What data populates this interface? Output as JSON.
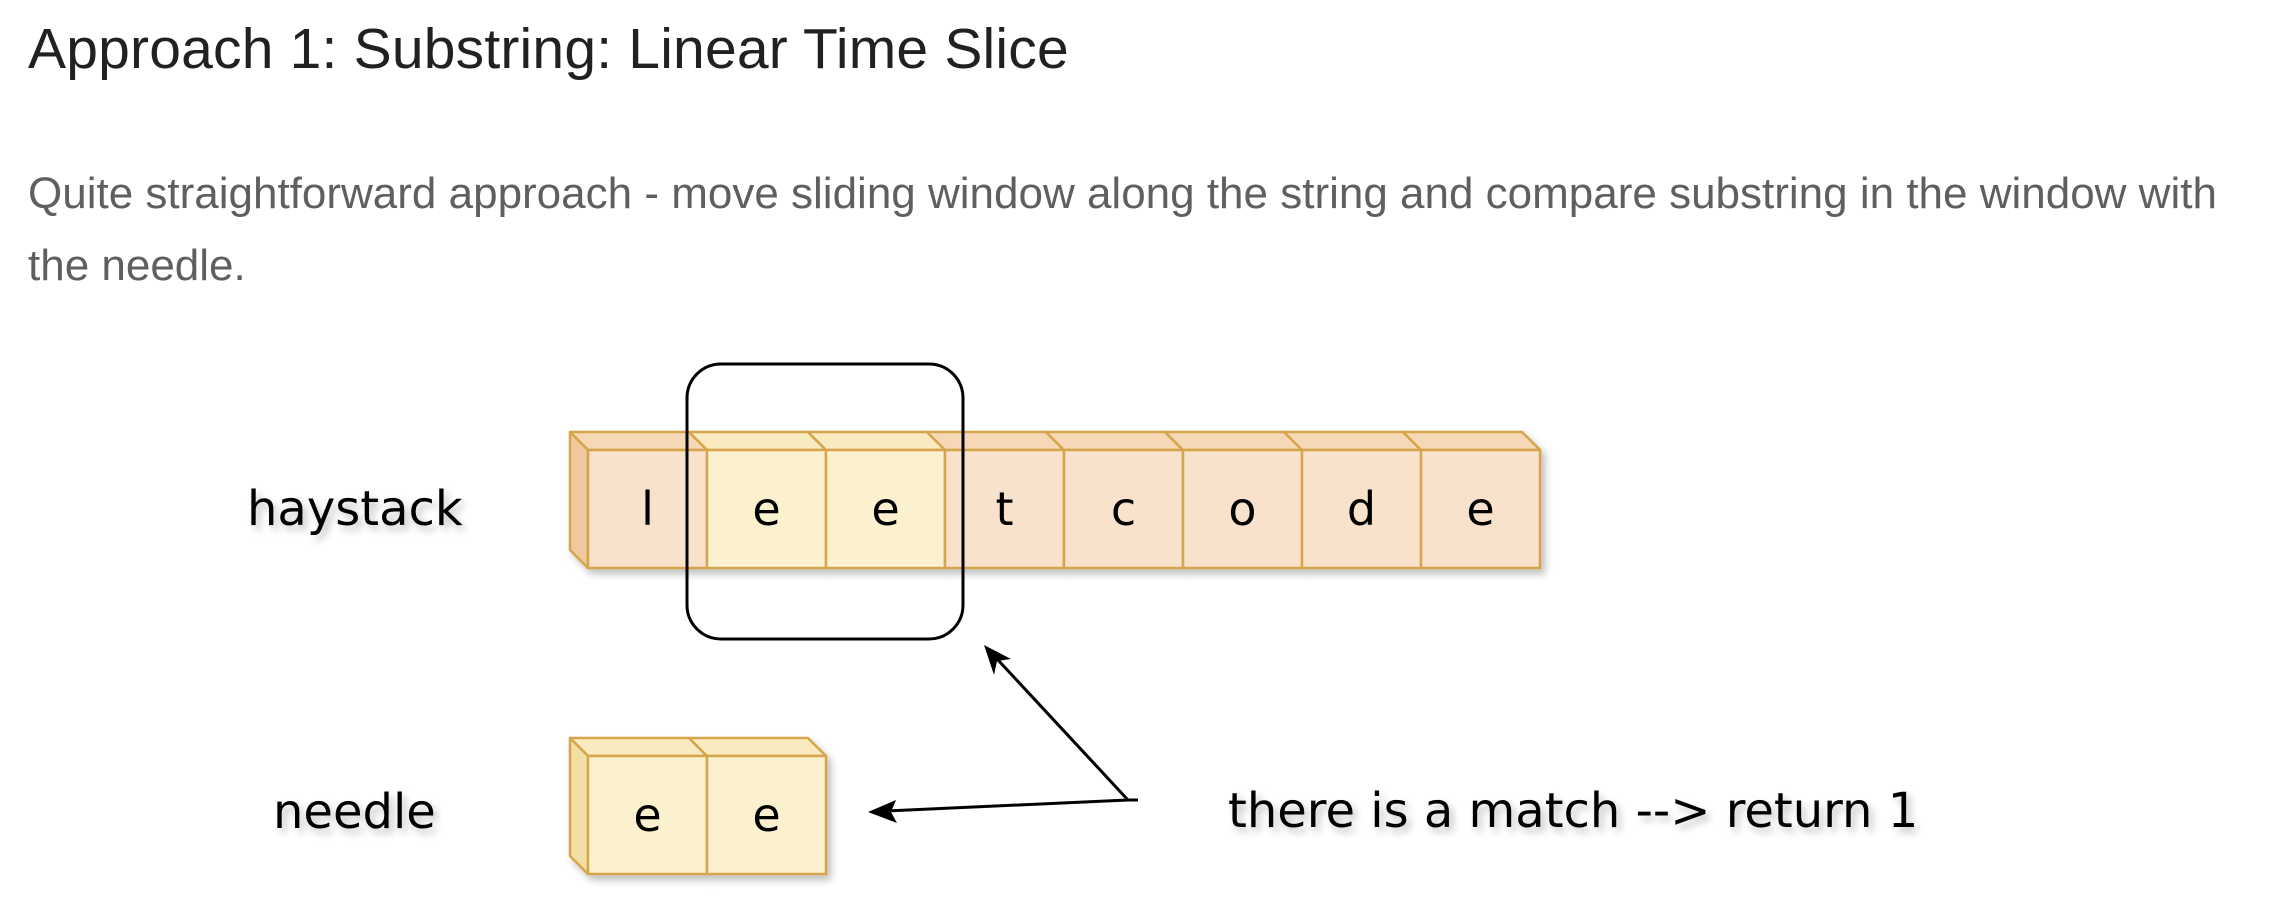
{
  "article": {
    "title": "Approach 1: Substring: Linear Time Slice",
    "description": "Quite straightforward approach - move sliding window along the string and compare substring in the window with the needle."
  },
  "diagram": {
    "haystack_label": "haystack",
    "haystack_chars": [
      "l",
      "e",
      "e",
      "t",
      "c",
      "o",
      "d",
      "e"
    ],
    "needle_label": "needle",
    "needle_chars": [
      "e",
      "e"
    ],
    "window_start_index": 1,
    "window_length": 2,
    "match_label": "there is a match --> return 1",
    "colors": {
      "cell_fill": "#f9e2cb",
      "cell_top": "#f6d8b6",
      "cell_side": "#f1c89e",
      "cell_border": "#d6a54b",
      "window_fill": "#fcf1cf",
      "window_top": "#f9eac0",
      "window_side": "#f2dfa6",
      "arrow": "#000000"
    }
  }
}
